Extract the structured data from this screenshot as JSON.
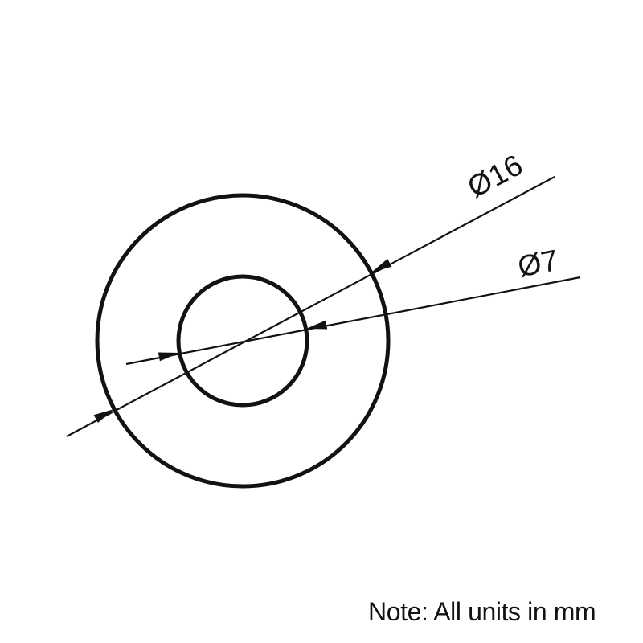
{
  "drawing": {
    "geometry": {
      "type": "concentric-circles",
      "description": "annular part (washer) front view",
      "outer_diameter_mm": 16,
      "inner_diameter_mm": 7,
      "units": "mm"
    },
    "outer_dimension": {
      "label": "Ø16"
    },
    "inner_dimension": {
      "label": "Ø7"
    },
    "note": "Note: All units in mm",
    "colors": {
      "line": "#121212",
      "background": "#ffffff"
    }
  }
}
